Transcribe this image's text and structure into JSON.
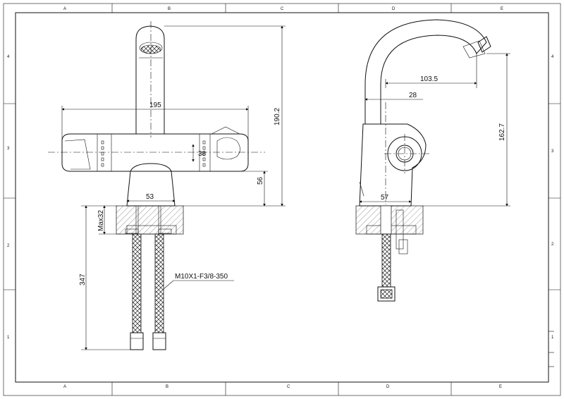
{
  "drawing": {
    "border_zones": {
      "columns": [
        "A",
        "B",
        "C",
        "D",
        "E"
      ],
      "rows": [
        "4",
        "3",
        "2",
        "1"
      ]
    },
    "front_view": {
      "dims": {
        "height_total": "190.2",
        "width_body": "195",
        "outlet_dia": "38",
        "deck_height": "56",
        "base_dia": "53",
        "deck_thickness": "Max32",
        "hose_length": "347",
        "hose_spec": "M10X1-F3/8-350"
      }
    },
    "side_view": {
      "dims": {
        "reach": "103.5",
        "spout_dia": "28",
        "spout_height": "162.7",
        "base_dia": "57"
      }
    }
  }
}
